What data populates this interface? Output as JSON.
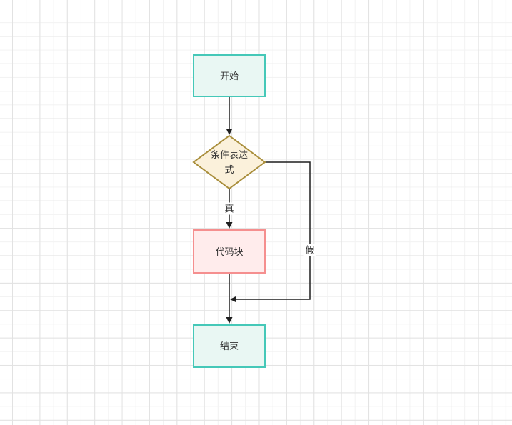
{
  "diagram": {
    "title": "if-condition flowchart",
    "line_color": "#1f1f1f",
    "text_color": "#333333",
    "nodes": [
      {
        "id": "start",
        "shape": "rectangle",
        "label": "开始",
        "fill": "#e9f7f3",
        "stroke": "#45c8b8"
      },
      {
        "id": "condition",
        "shape": "diamond",
        "label": "条件表达式",
        "fill": "#fbf1db",
        "stroke": "#a98e3b"
      },
      {
        "id": "code",
        "shape": "rectangle",
        "label": "代码块",
        "fill": "#ffecec",
        "stroke": "#f58f8f"
      },
      {
        "id": "end",
        "shape": "rectangle",
        "label": "结束",
        "fill": "#e9f7f3",
        "stroke": "#45c8b8"
      }
    ],
    "edges": [
      {
        "from": "start",
        "to": "condition",
        "label": ""
      },
      {
        "from": "condition",
        "to": "code",
        "label": "真"
      },
      {
        "from": "condition",
        "to": "end",
        "label": "假"
      },
      {
        "from": "code",
        "to": "end",
        "label": ""
      }
    ]
  }
}
